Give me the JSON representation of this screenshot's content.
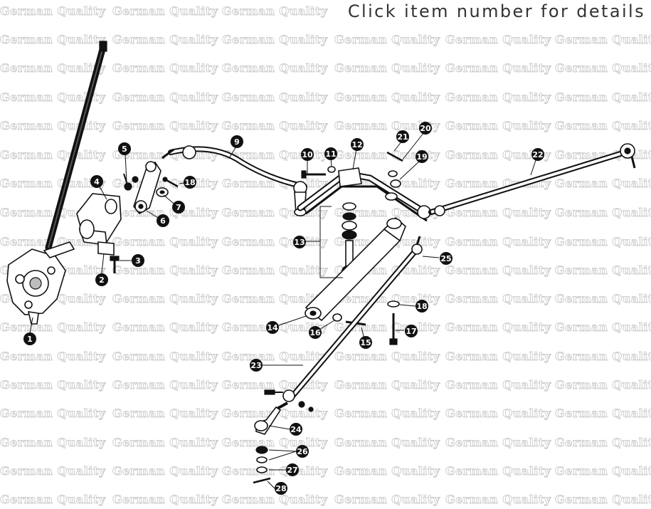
{
  "header": {
    "text": "Click item number for details"
  },
  "watermark": {
    "text": "German Quality"
  },
  "colors": {
    "callout": "#111111",
    "callout_text": "#ffffff",
    "watermark_outline": "#cfcfcf",
    "line": "#111111"
  },
  "callouts": [
    {
      "label": "1"
    },
    {
      "label": "2"
    },
    {
      "label": "3"
    },
    {
      "label": "4"
    },
    {
      "label": "5"
    },
    {
      "label": "6"
    },
    {
      "label": "7"
    },
    {
      "label": "18"
    },
    {
      "label": "9"
    },
    {
      "label": "10"
    },
    {
      "label": "11"
    },
    {
      "label": "12"
    },
    {
      "label": "21"
    },
    {
      "label": "20"
    },
    {
      "label": "19"
    },
    {
      "label": "22"
    },
    {
      "label": "13"
    },
    {
      "label": "25"
    },
    {
      "label": "18"
    },
    {
      "label": "17"
    },
    {
      "label": "16"
    },
    {
      "label": "15"
    },
    {
      "label": "14"
    },
    {
      "label": "23"
    },
    {
      "label": "24"
    },
    {
      "label": "26"
    },
    {
      "label": "27"
    },
    {
      "label": "28"
    }
  ]
}
